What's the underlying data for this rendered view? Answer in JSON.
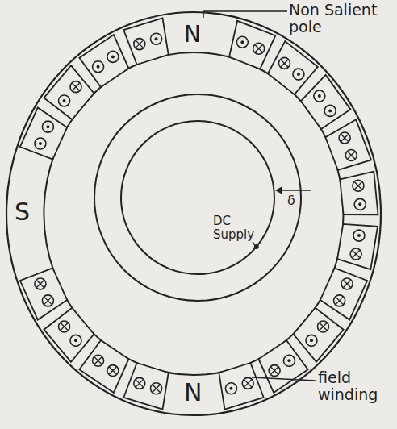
{
  "diagram": {
    "labels": [
      "Non Salient pole",
      "N",
      "S",
      "N",
      "δ",
      "DC Supply",
      "field winding"
    ]
  }
}
